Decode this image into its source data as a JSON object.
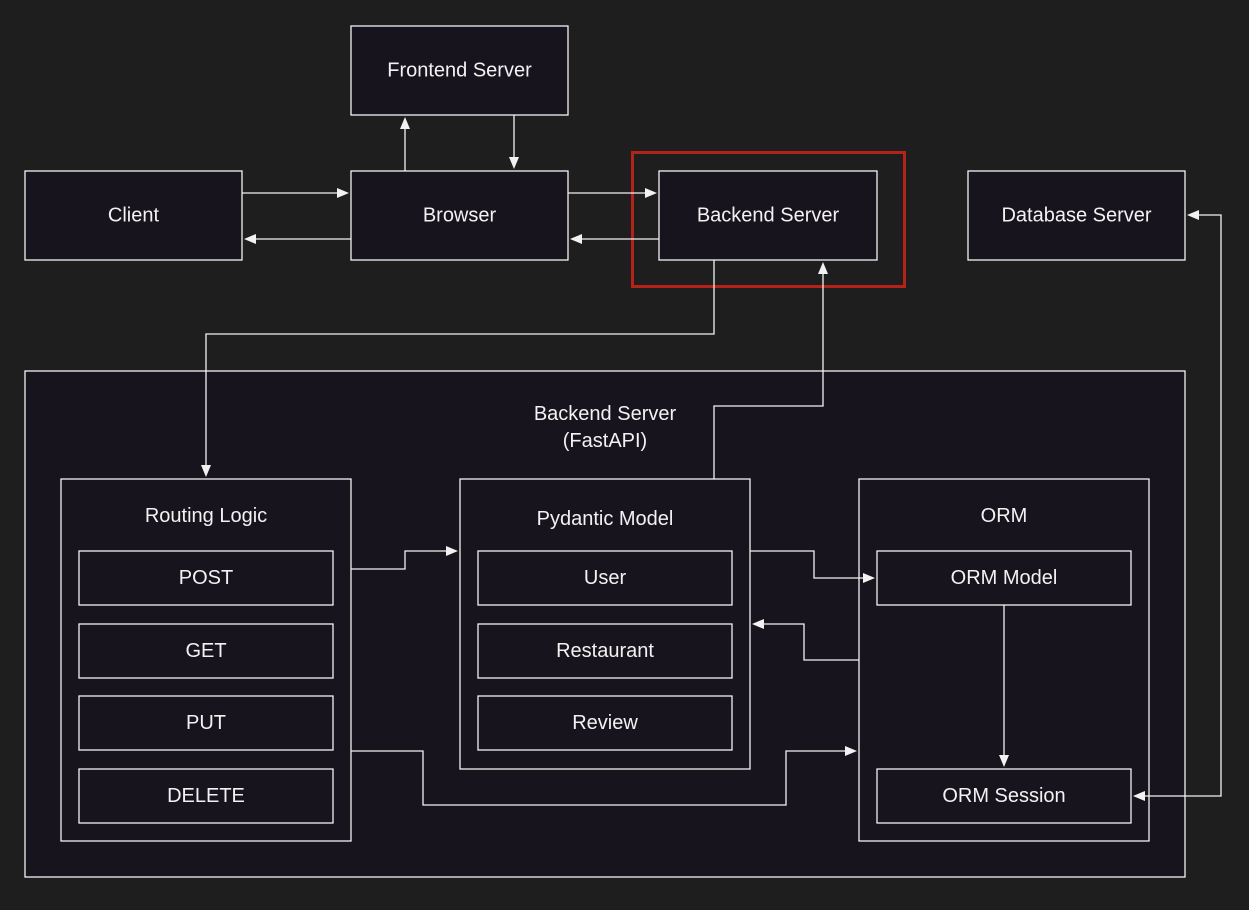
{
  "colors": {
    "canvas_background": "#1e1e1e",
    "box_fill": "#18141d",
    "line": "#f2f2f2",
    "text": "#f2f2f2",
    "highlight": "#b42318"
  },
  "nodes": {
    "frontend_server": {
      "label": "Frontend Server"
    },
    "client": {
      "label": "Client"
    },
    "browser": {
      "label": "Browser"
    },
    "backend_server": {
      "label": "Backend Server"
    },
    "database_server": {
      "label": "Database Server"
    },
    "backend_container": {
      "label_line1": "Backend Server",
      "label_line2": "(FastAPI)"
    },
    "routing_logic": {
      "label": "Routing Logic",
      "items": [
        "POST",
        "GET",
        "PUT",
        "DELETE"
      ]
    },
    "pydantic_model": {
      "label": "Pydantic Model",
      "items": [
        "User",
        "Restaurant",
        "Review"
      ]
    },
    "orm": {
      "label": "ORM",
      "model": "ORM Model",
      "session": "ORM Session"
    }
  }
}
